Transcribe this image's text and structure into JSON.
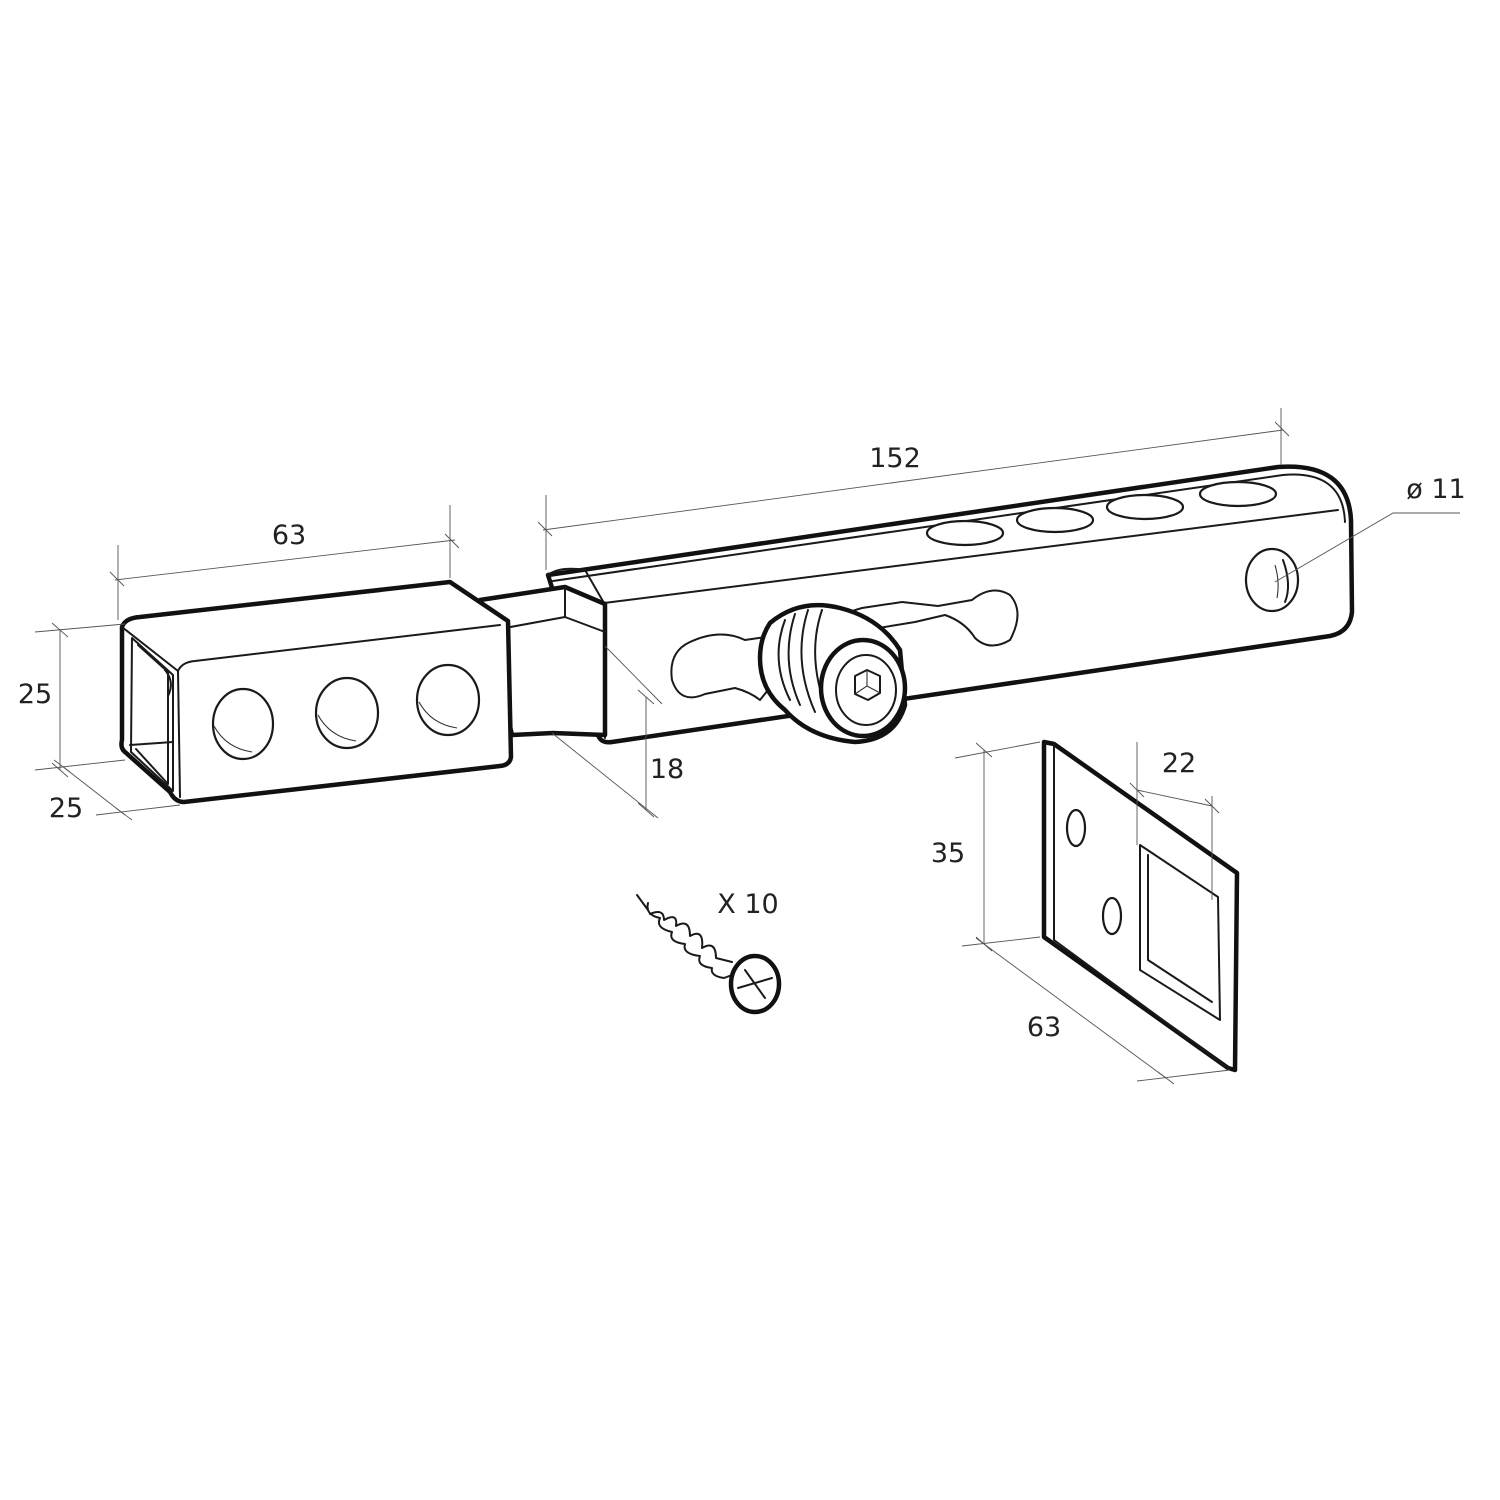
{
  "diagram": {
    "dimensions": {
      "bolt_length": "152",
      "hole_diameter": "ø 11",
      "left_tube_length": "63",
      "tube_height": "25",
      "tube_depth": "25",
      "rod_size": "18",
      "plate_height": "35",
      "plate_width": "63",
      "plate_slot_width": "22"
    },
    "screw_quantity": "X 10"
  }
}
